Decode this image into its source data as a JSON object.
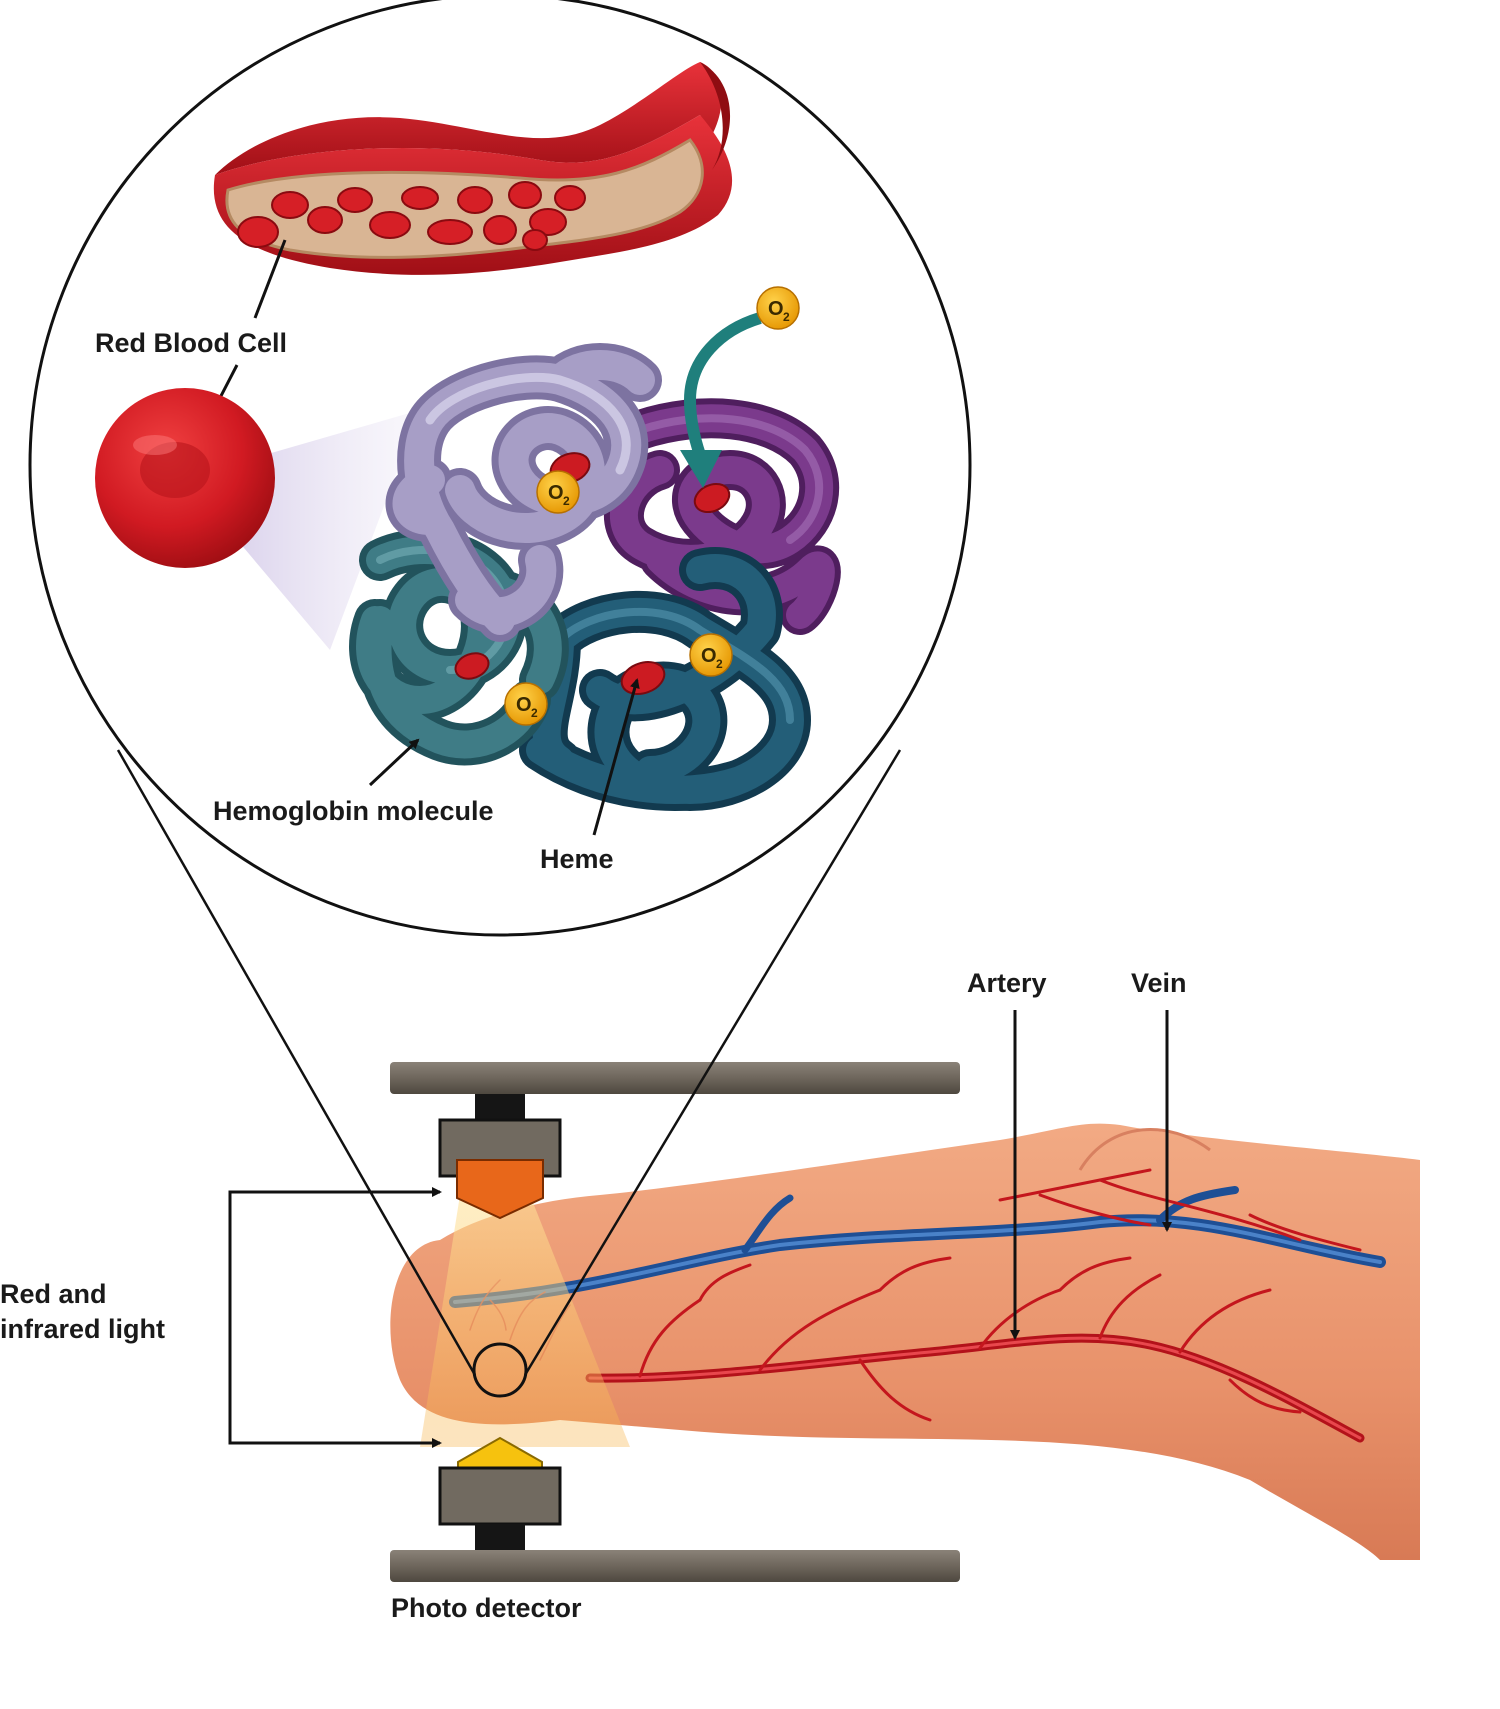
{
  "labels": {
    "red_blood_cell": "Red Blood Cell",
    "hemoglobin": "Hemoglobin molecule",
    "heme": "Heme",
    "artery": "Artery",
    "vein": "Vein",
    "light_line1": "Red and",
    "light_line2": "infrared light",
    "photo_detector": "Photo detector"
  },
  "oxygen": {
    "symbol": "O",
    "subscript": "2"
  },
  "colors": {
    "vessel_red": "#c8161d",
    "rbc_red": "#d11a22",
    "hb_lavender": "#a79ec6",
    "hb_purple": "#6a2c7a",
    "hb_teal": "#3f7c86",
    "hb_dark_teal": "#1d4d63",
    "oxygen_gold": "#f5a800",
    "arrow_teal": "#1f7f7c",
    "finger_skin": "#e8956e",
    "vein_blue": "#2c5fa8",
    "emitter_orange": "#e8671a",
    "detector_yellow": "#f6c20e",
    "clamp_brown": "#6e665c"
  }
}
